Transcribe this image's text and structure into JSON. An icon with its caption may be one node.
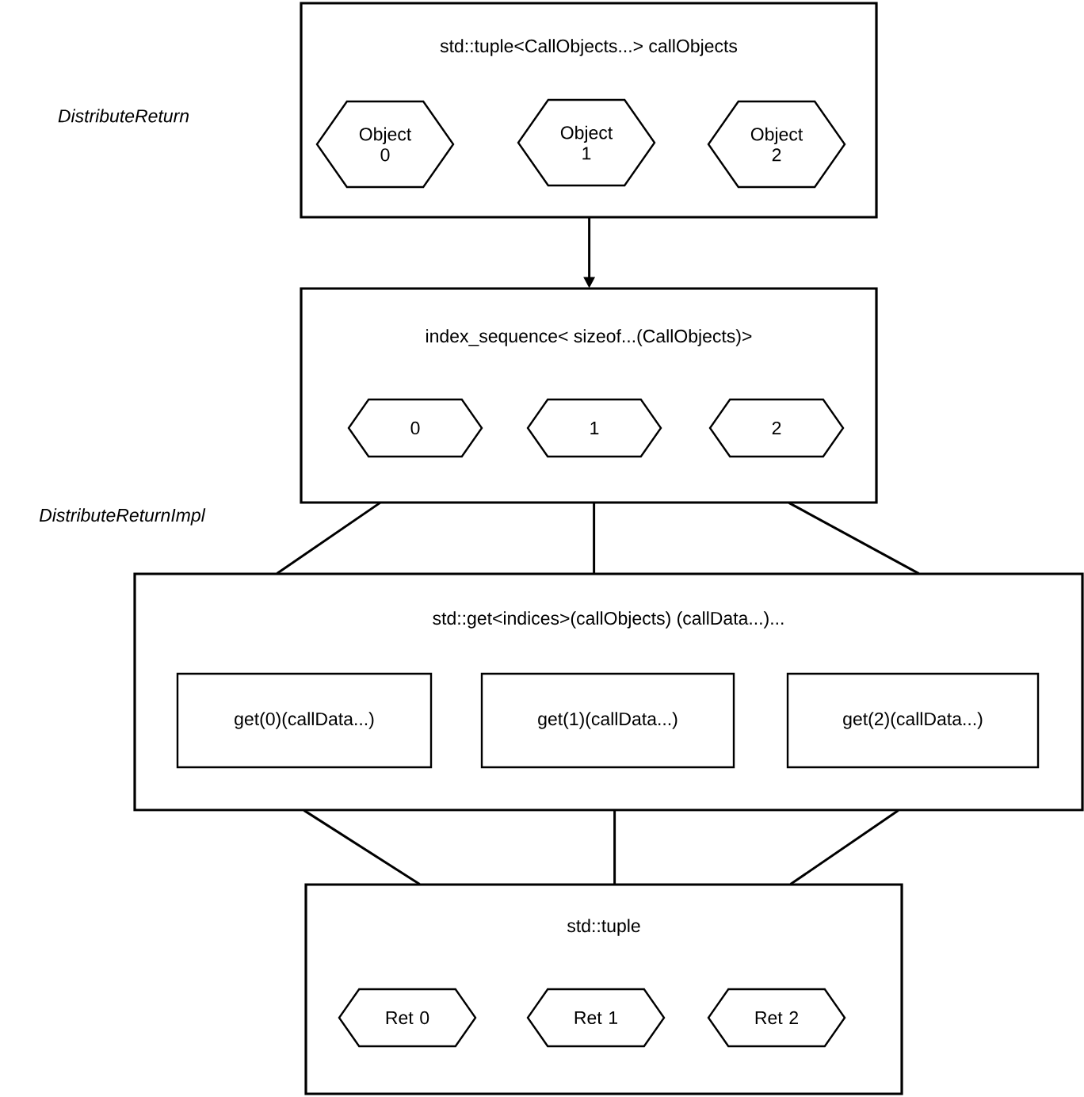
{
  "diagram": {
    "nodes": [
      {
        "text": [
          "std::tuple<CallObjects...> callObjects"
        ]
      },
      {
        "text": [
          "Object 0"
        ],
        "in": 0
      },
      {
        "text": [
          "Object 1"
        ],
        "in": 0
      },
      {
        "text": [
          "Object 2"
        ],
        "in": 0
      },
      {
        "text": [
          "index_sequence< sizeof...(CallObjects)>"
        ]
      },
      {
        "text": [
          "0"
        ],
        "in": 4
      },
      {
        "text": [
          "1"
        ],
        "in": 4
      },
      {
        "text": [
          "2"
        ],
        "in": 4
      },
      {
        "text": [
          "std::get<indices>(callObjects) (callData...)..."
        ]
      },
      {
        "text": [
          "get(0)(callData...)"
        ],
        "in": 8
      },
      {
        "text": [
          "get(1)(callData...)"
        ],
        "in": 8
      },
      {
        "text": [
          "get(2)(callData...)"
        ],
        "in": 8
      },
      {
        "text": [
          "std::tuple"
        ]
      },
      {
        "text": [
          "Ret 0"
        ],
        "in": 12
      },
      {
        "text": [
          "Ret 1"
        ],
        "in": 12
      },
      {
        "text": [
          "Ret 2"
        ],
        "in": 12
      }
    ],
    "edges": [
      {
        "from": 0,
        "to": 4,
        "arrow": "to"
      },
      {
        "from": 4,
        "to": 8,
        "arrow": "none"
      },
      {
        "from": 4,
        "to": 8,
        "arrow": "none"
      },
      {
        "from": 4,
        "to": 8,
        "arrow": "none"
      },
      {
        "from": 8,
        "to": 12,
        "arrow": "none"
      },
      {
        "from": 8,
        "to": 12,
        "arrow": "none"
      },
      {
        "from": 8,
        "to": 12,
        "arrow": "none"
      }
    ],
    "labels": [
      "DistributeReturn",
      "DistributeReturnImpl"
    ]
  }
}
